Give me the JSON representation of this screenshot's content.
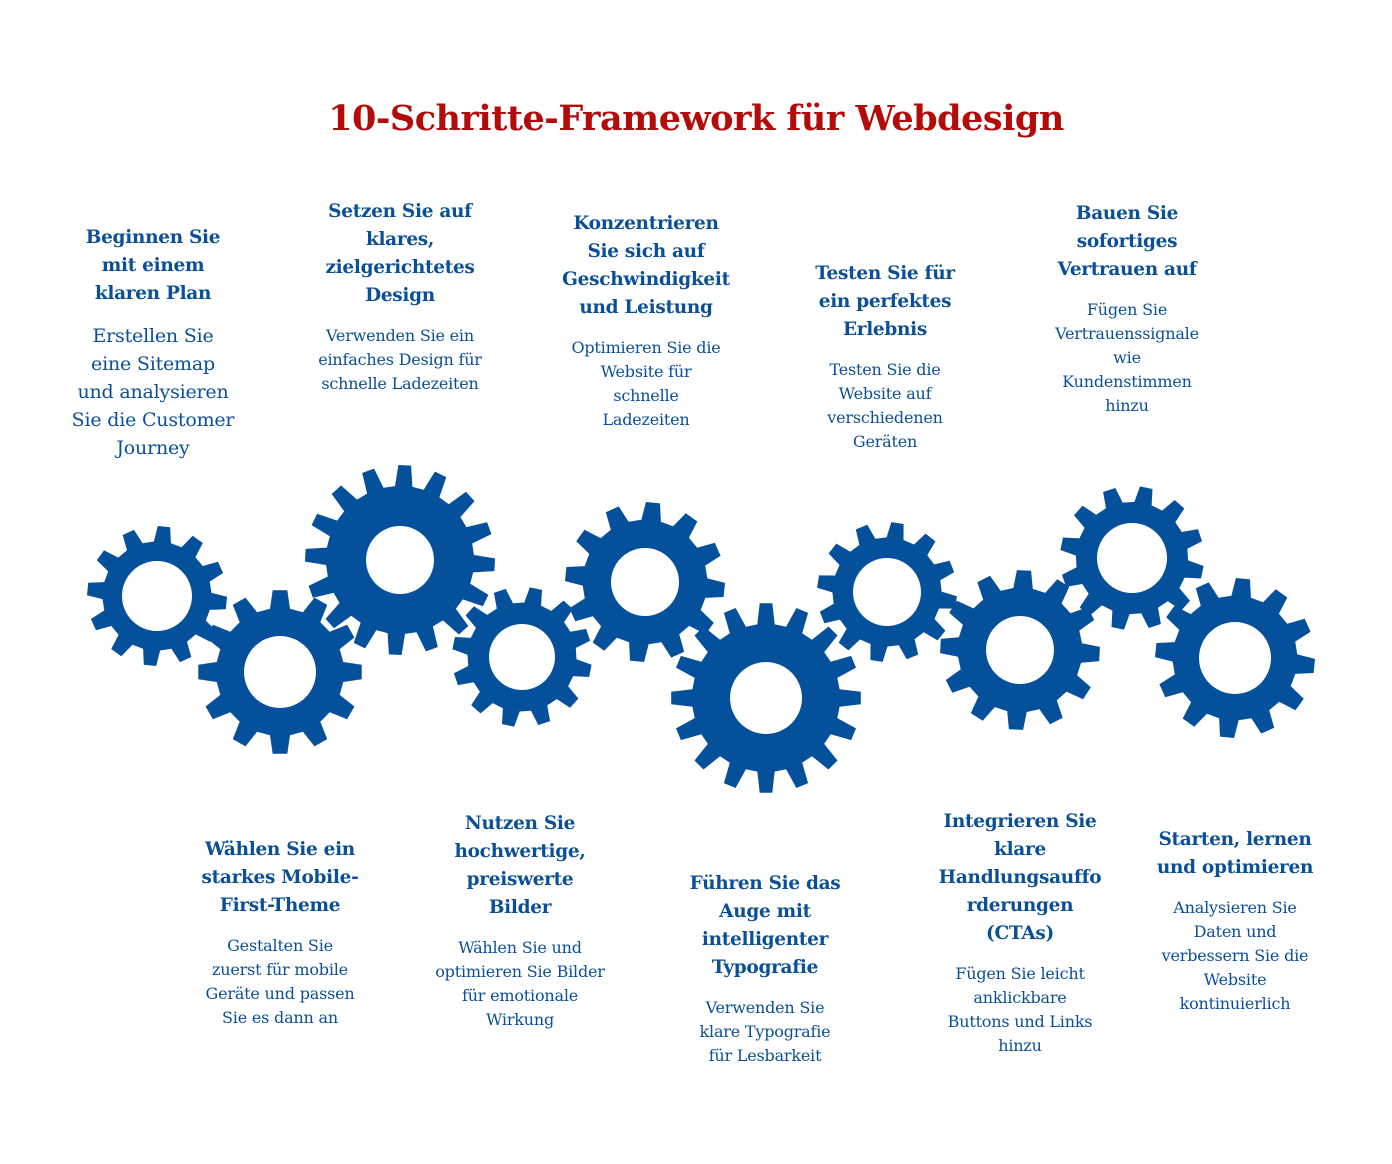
{
  "title": "10-Schritte-Framework für Webdesign",
  "colors": {
    "title": "#b30a0a",
    "text": "#0b4f96",
    "gear": "#05509a"
  },
  "steps": [
    {
      "heading": "Beginnen Sie\nmit einem\nklaren Plan",
      "description": "Erstellen Sie\neine Sitemap\nund analysieren\nSie die Customer\nJourney"
    },
    {
      "heading": "Wählen Sie ein\nstarkes Mobile-\nFirst-Theme",
      "description": "Gestalten Sie\nzuerst für mobile\nGeräte und passen\nSie es dann an"
    },
    {
      "heading": "Setzen Sie auf\nklares,\nzielgerichtetes\nDesign",
      "description": "Verwenden Sie ein\neinfaches Design für\nschnelle Ladezeiten"
    },
    {
      "heading": "Nutzen Sie\nhochwertige,\npreiswerte\nBilder",
      "description": "Wählen Sie und\noptimieren Sie Bilder\nfür emotionale\nWirkung"
    },
    {
      "heading": "Konzentrieren\nSie sich auf\nGeschwindigkeit\nund Leistung",
      "description": "Optimieren Sie die\nWebsite für\nschnelle\nLadezeiten"
    },
    {
      "heading": "Führen Sie das\nAuge mit\nintelligenter\nTypografie",
      "description": "Verwenden Sie\nklare Typografie\nfür Lesbarkeit"
    },
    {
      "heading": "Testen Sie für\nein perfektes\nErlebnis",
      "description": "Testen Sie die\nWebsite auf\nverschiedenen\nGeräten"
    },
    {
      "heading": "Integrieren Sie\nklare\nHandlungsauffo\nrderungen\n(CTAs)",
      "description": "Fügen Sie leicht\nanklickbare\nButtons und Links\nhinzu"
    },
    {
      "heading": "Bauen Sie\nsofortiges\nVertrauen auf",
      "description": "Fügen Sie\nVertrauenssignale\nwie\nKundenstimmen\nhinzu"
    },
    {
      "heading": "Starten, lernen\nund optimieren",
      "description": "Analysieren Sie\nDaten und\nverbessern Sie die\nWebsite\nkontinuierlich"
    }
  ]
}
